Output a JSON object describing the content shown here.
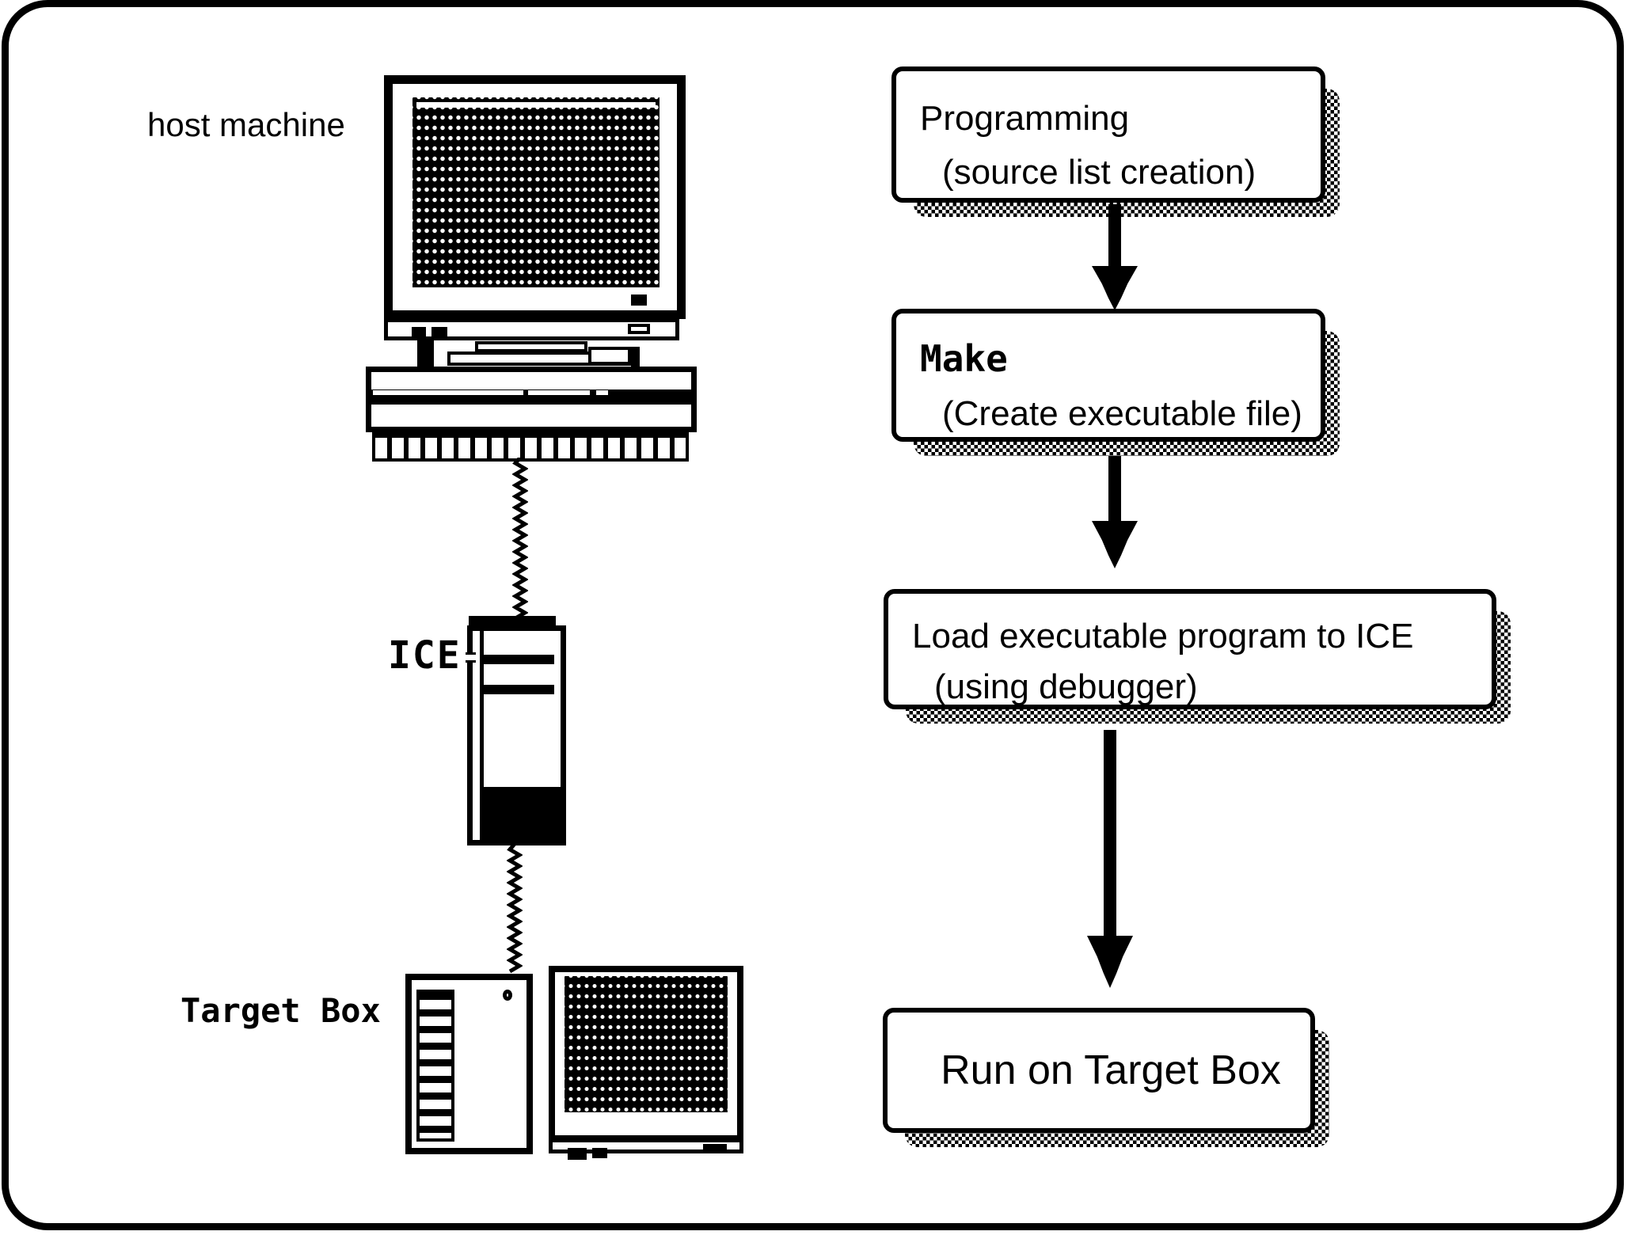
{
  "colors": {
    "ink": "#000000",
    "paper": "#ffffff"
  },
  "labels": {
    "host_machine": "host machine",
    "ice": "ICE",
    "target_box": "Target Box"
  },
  "flow": [
    {
      "title": "Programming",
      "subtitle": "(source list creation)"
    },
    {
      "title": "Make",
      "subtitle": "(Create executable file)"
    },
    {
      "title": "Load executable program to ICE",
      "subtitle": "(using debugger)"
    },
    {
      "title": "Run on Target Box",
      "subtitle": ""
    }
  ]
}
